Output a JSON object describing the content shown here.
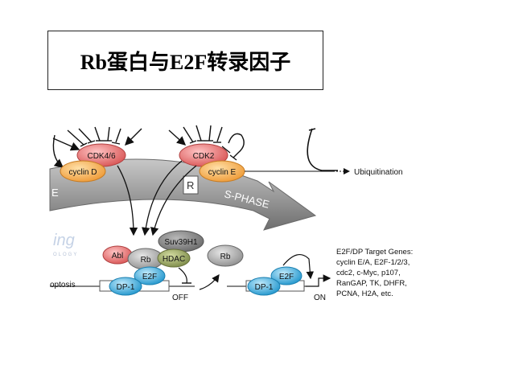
{
  "title": "Rb蛋白与E2F转录因子",
  "phase": {
    "left_fragment": "E",
    "r_box": "R",
    "s_phase": "S-PHASE"
  },
  "nodes": {
    "cdk46": "CDK4/6",
    "cyclin_d": "cyclin D",
    "cdk2": "CDK2",
    "cyclin_e": "cyclin E",
    "abl": "Abl",
    "rb": "Rb",
    "suv39h1": "Suv39H1",
    "hdac": "HDAC",
    "e2f": "E2F",
    "dp1": "DP-1",
    "rb_free": "Rb",
    "e2f_on": "E2F",
    "dp1_on": "DP-1"
  },
  "labels": {
    "ubiquitination": "Ubiquitination",
    "off": "OFF",
    "on": "ON",
    "apoptosis_fragment": "optosis",
    "watermark_1": "ing",
    "watermark_2": "OLOGY"
  },
  "target_genes": {
    "heading": "E2F/DP Target Genes:",
    "lines": [
      "cyclin E/A, E2F-1/2/3,",
      "cdc2, c-Myc, p107,",
      "RanGAP, TK, DHFR,",
      "PCNA, H2A, etc."
    ]
  },
  "colors": {
    "cdk": "#e06a6a",
    "cyclin": "#f3a64c",
    "rb_grey": "#9a9a9a",
    "hdac_green": "#8c9a58",
    "blue": "#2fa4d8",
    "arrow_grey": "#7a7a7a"
  }
}
